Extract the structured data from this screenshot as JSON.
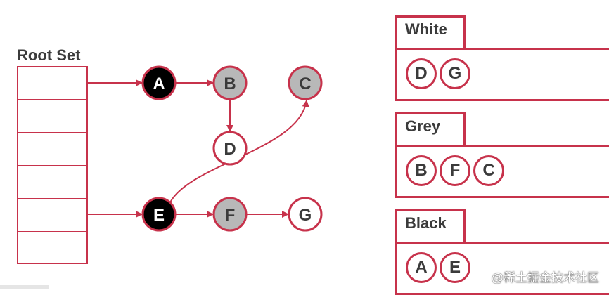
{
  "root_set": {
    "title": "Root Set",
    "slot_count": 6
  },
  "graph": {
    "nodes": [
      {
        "id": "A",
        "label": "A",
        "state": "black"
      },
      {
        "id": "B",
        "label": "B",
        "state": "grey"
      },
      {
        "id": "C",
        "label": "C",
        "state": "grey"
      },
      {
        "id": "D",
        "label": "D",
        "state": "white"
      },
      {
        "id": "E",
        "label": "E",
        "state": "black"
      },
      {
        "id": "F",
        "label": "F",
        "state": "grey"
      },
      {
        "id": "G",
        "label": "G",
        "state": "white"
      }
    ],
    "edges": [
      {
        "from": "root-slot-1",
        "to": "A"
      },
      {
        "from": "A",
        "to": "B"
      },
      {
        "from": "B",
        "to": "D"
      },
      {
        "from": "root-slot-5",
        "to": "E"
      },
      {
        "from": "E",
        "to": "F"
      },
      {
        "from": "F",
        "to": "G"
      },
      {
        "from": "E",
        "to": "C"
      }
    ]
  },
  "sets": [
    {
      "key": "white",
      "title": "White",
      "members": [
        "D",
        "G"
      ]
    },
    {
      "key": "grey",
      "title": "Grey",
      "members": [
        "B",
        "F",
        "C"
      ]
    },
    {
      "key": "black",
      "title": "Black",
      "members": [
        "A",
        "E"
      ]
    }
  ],
  "watermark": "@稀土掘金技术社区",
  "colors": {
    "accent": "#c7324b",
    "black_fill": "#000000",
    "grey_fill": "#b8b8b8",
    "white_fill": "#ffffff",
    "text": "#3b3b3b"
  }
}
